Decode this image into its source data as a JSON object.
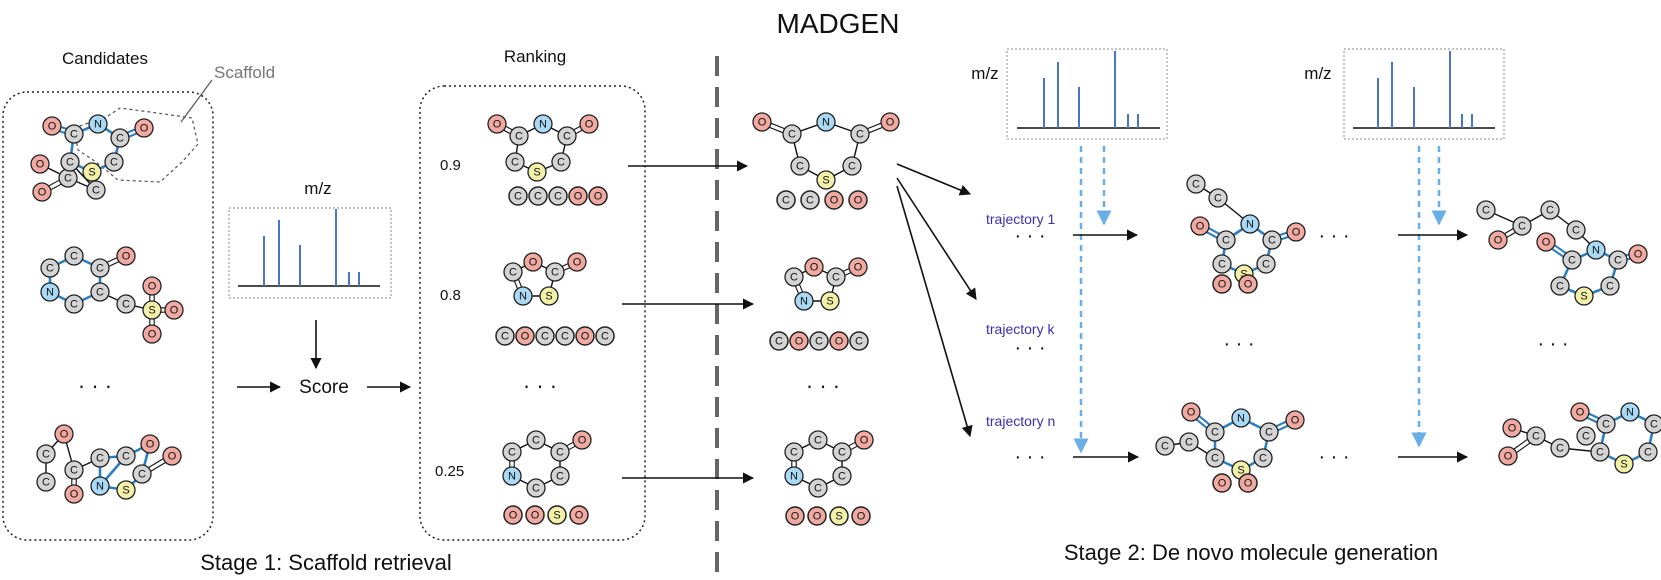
{
  "title": "MADGEN",
  "stage1": {
    "candidates_label": "Candidates",
    "scaffold_label": "Scaffold",
    "mz_label": "m/z",
    "score_label": "Score",
    "ranking_label": "Ranking",
    "ranking_scores": [
      "0.9",
      "0.8",
      "0.25"
    ],
    "ellipsis": "· · ·",
    "caption": "Stage 1: Scaffold retrieval"
  },
  "stage2": {
    "mz_label": "m/z",
    "trajectories": [
      "trajectory 1",
      "trajectory k",
      "trajectory n"
    ],
    "ellipsis": "· · ·",
    "caption": "Stage 2: De novo molecule generation"
  },
  "atom_letters": {
    "carbon": "C",
    "oxygen": "O",
    "nitrogen": "N",
    "sulfur": "S"
  },
  "colors": {
    "carbon": "#d4d4d4",
    "oxygen": "#f0aaa2",
    "nitrogen": "#a9d9f4",
    "sulfur": "#f3f1a9",
    "ring_bond": "#2b7fbf",
    "spectrum_peak": "#4a74c9",
    "dashed_arrow": "#6aaee8",
    "trajectory_text": "#3b2fae",
    "divider": "#666666"
  }
}
